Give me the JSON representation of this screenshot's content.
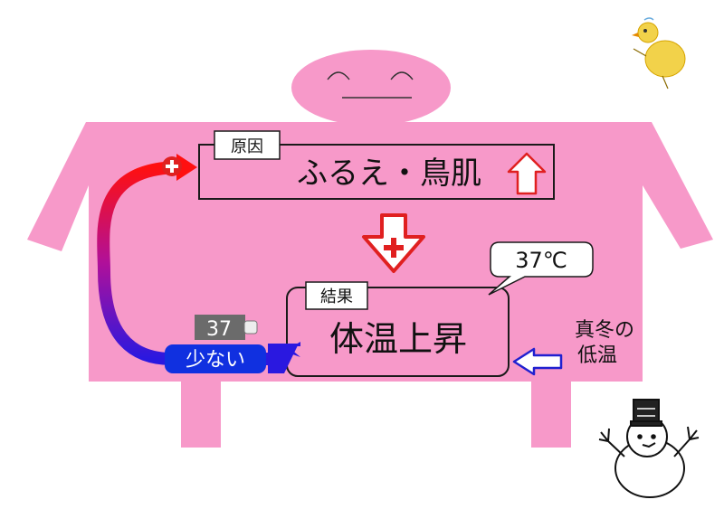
{
  "colors": {
    "body_pink": "#f799c9",
    "box_stroke": "#1a1a1a",
    "up_arrow_red": "#e02020",
    "plus_red": "#e02020",
    "cold_arrow_blue": "#2020d0",
    "loop_top": "#ff1010",
    "loop_bottom": "#2a18e0",
    "tag_gray": "#6b6b6b",
    "pill_blue": "#1030e0"
  },
  "icons": {
    "up_arrow": "outline-up-arrow-icon",
    "down_arrow": "red-down-arrow-plus-icon",
    "cold_arrow": "left-outline-arrow-icon",
    "plus": "plus-badge-icon",
    "thermometer": "thermometer-icon",
    "chick": "chick-doodle-icon",
    "snowman": "snowman-doodle-icon"
  },
  "labels": {
    "cause_tag": "原因",
    "cause_text": "ふるえ・鳥肌",
    "result_tag": "結果",
    "result_text": "体温上昇",
    "bubble_temp": "37℃",
    "thermo_value": "37",
    "pill_text": "少ない",
    "cold_line1": "真冬の",
    "cold_line2": "低温"
  }
}
